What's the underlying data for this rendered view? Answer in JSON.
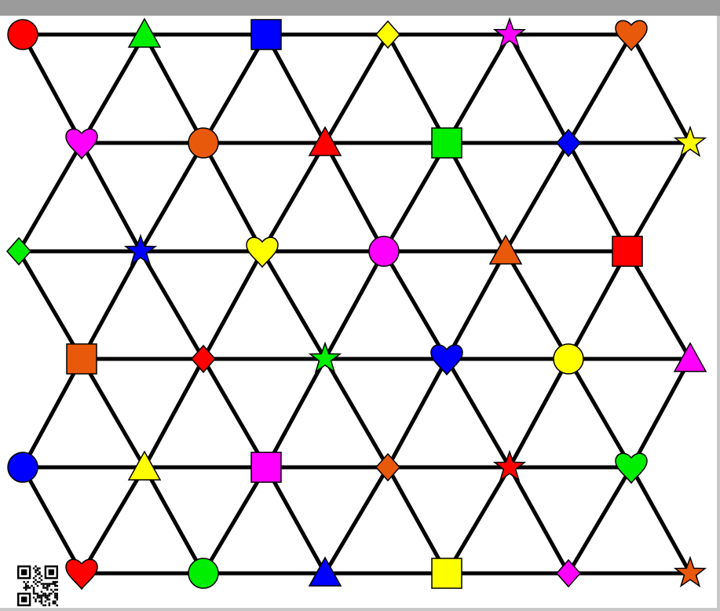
{
  "colors": {
    "red": "#ff0000",
    "orange": "#e8590c",
    "yellow": "#ffff00",
    "green": "#00ee00",
    "blue": "#0000ff",
    "magenta": "#ff00ff",
    "edge": "#000000",
    "frame": "#9b9b9b"
  },
  "board": {
    "type": "triangular-grid",
    "rows": [
      [
        {
          "shape": "circle",
          "color": "red"
        },
        {
          "shape": "triangle",
          "color": "green"
        },
        {
          "shape": "square",
          "color": "blue"
        },
        {
          "shape": "diamond",
          "color": "yellow"
        },
        {
          "shape": "star",
          "color": "magenta"
        },
        {
          "shape": "heart",
          "color": "orange"
        }
      ],
      [
        {
          "shape": "heart",
          "color": "magenta"
        },
        {
          "shape": "circle",
          "color": "orange"
        },
        {
          "shape": "triangle",
          "color": "red"
        },
        {
          "shape": "square",
          "color": "green"
        },
        {
          "shape": "diamond",
          "color": "blue"
        },
        {
          "shape": "star",
          "color": "yellow"
        }
      ],
      [
        {
          "shape": "diamond",
          "color": "green"
        },
        {
          "shape": "star",
          "color": "blue"
        },
        {
          "shape": "heart",
          "color": "yellow"
        },
        {
          "shape": "circle",
          "color": "magenta"
        },
        {
          "shape": "triangle",
          "color": "orange"
        },
        {
          "shape": "square",
          "color": "red"
        }
      ],
      [
        {
          "shape": "square",
          "color": "orange"
        },
        {
          "shape": "diamond",
          "color": "red"
        },
        {
          "shape": "star",
          "color": "green"
        },
        {
          "shape": "heart",
          "color": "blue"
        },
        {
          "shape": "circle",
          "color": "yellow"
        },
        {
          "shape": "triangle",
          "color": "magenta"
        }
      ],
      [
        {
          "shape": "circle",
          "color": "blue"
        },
        {
          "shape": "triangle",
          "color": "yellow"
        },
        {
          "shape": "square",
          "color": "magenta"
        },
        {
          "shape": "diamond",
          "color": "orange"
        },
        {
          "shape": "star",
          "color": "red"
        },
        {
          "shape": "heart",
          "color": "green"
        }
      ],
      [
        {
          "shape": "heart",
          "color": "red"
        },
        {
          "shape": "circle",
          "color": "green"
        },
        {
          "shape": "triangle",
          "color": "blue"
        },
        {
          "shape": "square",
          "color": "yellow"
        },
        {
          "shape": "diamond",
          "color": "magenta"
        },
        {
          "shape": "star",
          "color": "orange"
        }
      ]
    ]
  },
  "qr_code": {
    "icon": "qr-code-icon"
  }
}
